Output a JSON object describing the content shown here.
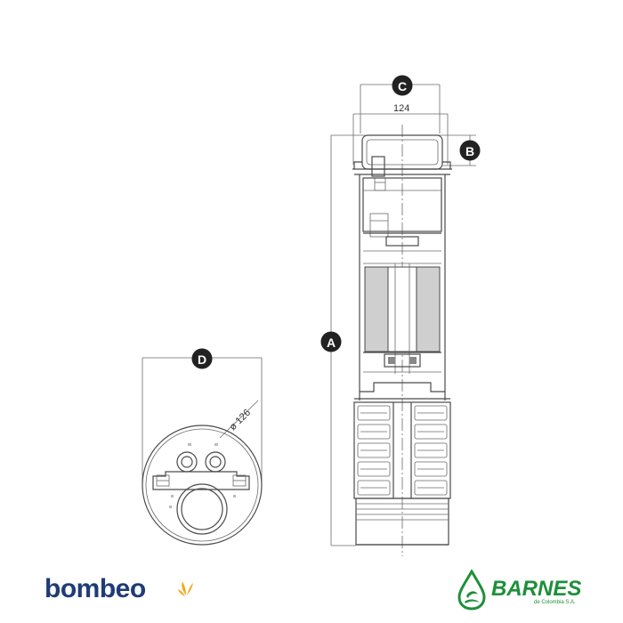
{
  "labels": {
    "a": "A",
    "b": "B",
    "c": "C",
    "d": "D"
  },
  "dimensions": {
    "width_c": "124",
    "diameter": "ø 126"
  },
  "logos": {
    "bombeo": "bombeo",
    "barnes": "BARNES",
    "barnes_sub": "de Colombia S.A."
  },
  "icons": {
    "bombeo_mark": "water-splash-icon",
    "barnes_mark": "water-drop-icon"
  },
  "colors": {
    "line": "#4a4a4a",
    "bombeo_blue": "#1f3c76",
    "bombeo_accent": "#f2a81d",
    "barnes_green": "#1e8f3a"
  }
}
